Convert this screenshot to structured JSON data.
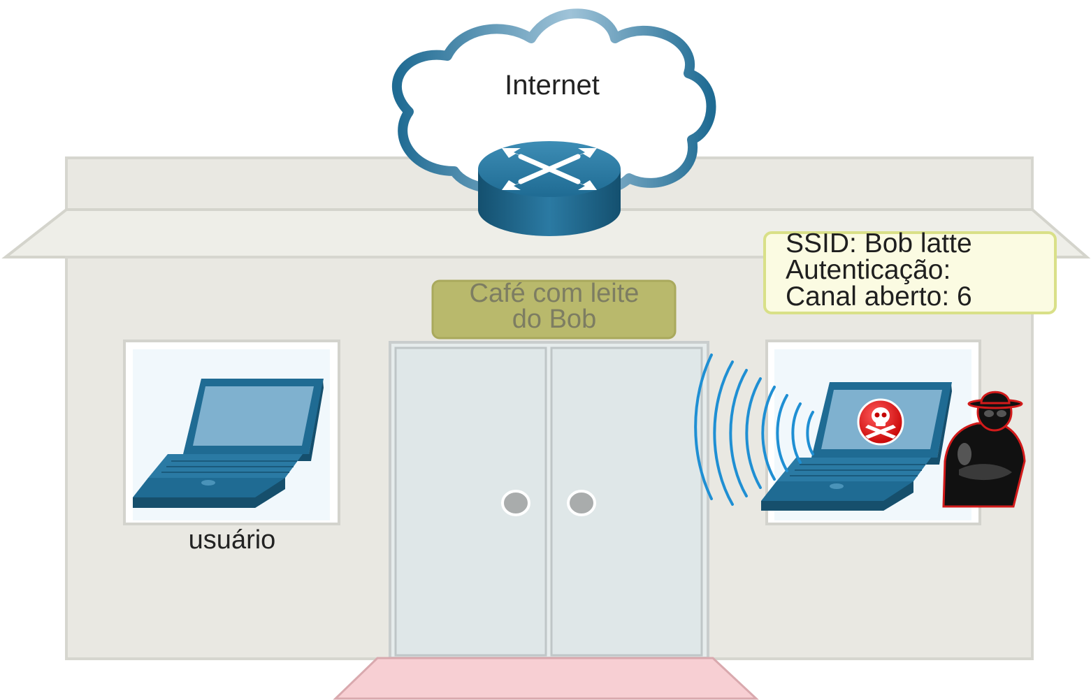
{
  "cloud": {
    "label": "Internet"
  },
  "cafe_sign": {
    "line1": "Café com leite",
    "line2": "do Bob"
  },
  "ssid_box": {
    "line1": "SSID: Bob latte",
    "line2": "Autenticação:",
    "line3": "Canal aberto: 6"
  },
  "user": {
    "label": "usuário"
  },
  "icons": [
    "cloud-icon",
    "router-icon",
    "laptop-icon",
    "wifi-signal-icon",
    "skull-icon",
    "hacker-icon"
  ],
  "colors": {
    "building": "#e9e8e2",
    "building_edge": "#d6d6cf",
    "cisco_blue": "#1f6b93",
    "laptop_screen": "#7fb1cf",
    "sign_fill": "#b9b96c",
    "ssid_fill": "#fbfbe2",
    "ssid_border": "#d9e088",
    "mat": "#f7cfd3",
    "wifi": "#1f8fd3",
    "skull_red": "#e8141c"
  }
}
